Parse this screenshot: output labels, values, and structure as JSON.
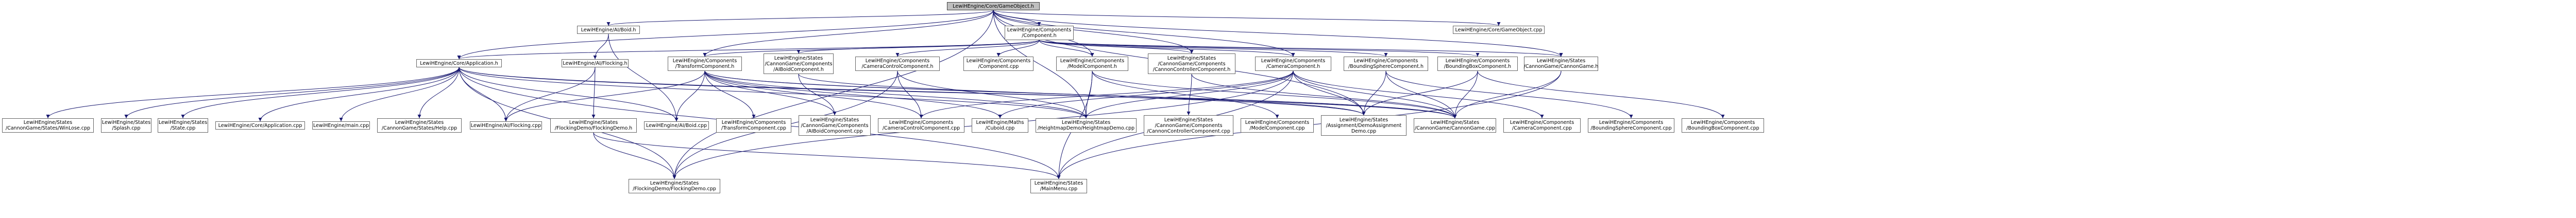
{
  "title": "",
  "colors": {
    "background": "#ffffff",
    "node_border": "#666666",
    "root_fill": "#bfbfbf",
    "edge_blue": "#191970",
    "edge_dark": "#404040"
  },
  "nodes": {
    "root": "LewiHEngine/Core/GameObject.h",
    "aiboid_h": "LewiHEngine/AI/Boid.h",
    "component_h": "LewiHEngine/Components\n/Component.h",
    "gameobject_cpp": "LewiHEngine/Core/GameObject.cpp",
    "application_h": "LewiHEngine/Core/Application.h",
    "flocking_h": "LewiHEngine/AI/Flocking.h",
    "transform_h": "LewiHEngine/Components\n/TransformComponent.h",
    "aiboidcomp_h": "LewiHEngine/States\n/CannonGame/Components\n/AIBoidComponent.h",
    "cameracontrol_h": "LewiHEngine/Components\n/CameraControlComponent.h",
    "component_cpp": "LewiHEngine/Components\n/Component.cpp",
    "model_h": "LewiHEngine/Components\n/ModelComponent.h",
    "cannoncontroller_h": "LewiHEngine/States\n/CannonGame/Components\n/CannonControllerComponent.h",
    "camera_h": "LewiHEngine/Components\n/CameraComponent.h",
    "boundingsphere_h": "LewiHEngine/Components\n/BoundingSphereComponent.h",
    "boundingbox_h": "LewiHEngine/Components\n/BoundingBoxComponent.h",
    "cannongame_h": "LewiHEngine/States\n/CannonGame/CannonGame.h",
    "winlose_cpp": "LewiHEngine/States\n/CannonGame/States/WinLose.cpp",
    "splash_cpp": "LewiHEngine/States\n/Splash.cpp",
    "state_cpp": "LewiHEngine/States\n/State.cpp",
    "application_cpp": "LewiHEngine/Core/Application.cpp",
    "main_cpp": "LewiHEngine/main.cpp",
    "help_cpp": "LewiHEngine/States\n/CannonGame/States/Help.cpp",
    "aiflocking_cpp": "LewiHEngine/AI/Flocking.cpp",
    "flockingdemo_h": "LewiHEngine/States\n/FlockingDemo/FlockingDemo.h",
    "aiboid_cpp": "LewiHEngine/AI/Boid.cpp",
    "transform_cpp": "LewiHEngine/Components\n/TransformComponent.cpp",
    "aiboidcomp_cpp": "LewiHEngine/States\n/CannonGame/Components\n/AIBoidComponent.cpp",
    "cameracontrol_cpp": "LewiHEngine/Components\n/CameraControlComponent.cpp",
    "cuboid_cpp": "LewiHEngine/Maths\n/Cuboid.cpp",
    "heightmapdemo_cpp": "LewiHEngine/States\n/HeightmapDemo/HeightmapDemo.cpp",
    "cannoncontroller_cpp": "LewiHEngine/States\n/CannonGame/Components\n/CannonControllerComponent.cpp",
    "model_cpp": "LewiHEngine/Components\n/ModelComponent.cpp",
    "demoassignment_cpp": "LewiHEngine/States\n/Assignment/DemoAssignment\nDemo.cpp",
    "cannongame_cpp": "LewiHEngine/States\n/CannonGame/CannonGame.cpp",
    "camera_cpp": "LewiHEngine/Components\n/CameraComponent.cpp",
    "boundingsphere_cpp": "LewiHEngine/Components\n/BoundingSphereComponent.cpp",
    "boundingbox_cpp": "LewiHEngine/Components\n/BoundingBoxComponent.cpp",
    "flockingdemo_cpp": "LewiHEngine/States\n/FlockingDemo/FlockingDemo.cpp",
    "mainmenu_cpp": "LewiHEngine/States\n/MainMenu.cpp"
  },
  "edges": [
    [
      "root",
      "aiboid_h"
    ],
    [
      "root",
      "component_h"
    ],
    [
      "root",
      "gameobject_cpp"
    ],
    [
      "root",
      "application_h"
    ],
    [
      "root",
      "cannongame_h"
    ],
    [
      "root",
      "transform_h"
    ],
    [
      "root",
      "model_h"
    ],
    [
      "root",
      "cannoncontroller_h"
    ],
    [
      "root",
      "camera_h"
    ],
    [
      "root",
      "demoassignment_cpp"
    ],
    [
      "root",
      "flockingdemo_cpp"
    ],
    [
      "root",
      "heightmapdemo_cpp"
    ],
    [
      "aiboid_h",
      "flocking_h"
    ],
    [
      "aiboid_h",
      "aiboid_cpp"
    ],
    [
      "component_h",
      "transform_h"
    ],
    [
      "component_h",
      "aiboidcomp_h"
    ],
    [
      "component_h",
      "cameracontrol_h"
    ],
    [
      "component_h",
      "component_cpp"
    ],
    [
      "component_h",
      "model_h"
    ],
    [
      "component_h",
      "cannoncontroller_h"
    ],
    [
      "component_h",
      "camera_h"
    ],
    [
      "component_h",
      "boundingsphere_h"
    ],
    [
      "component_h",
      "boundingbox_h"
    ],
    [
      "component_h",
      "application_h"
    ],
    [
      "component_h",
      "cannongame_h"
    ],
    [
      "application_h",
      "winlose_cpp"
    ],
    [
      "application_h",
      "splash_cpp"
    ],
    [
      "application_h",
      "state_cpp"
    ],
    [
      "application_h",
      "application_cpp"
    ],
    [
      "application_h",
      "main_cpp"
    ],
    [
      "application_h",
      "help_cpp"
    ],
    [
      "application_h",
      "aiflocking_cpp"
    ],
    [
      "application_h",
      "aiboid_cpp"
    ],
    [
      "application_h",
      "flockingdemo_cpp"
    ],
    [
      "application_h",
      "mainmenu_cpp"
    ],
    [
      "application_h",
      "heightmapdemo_cpp"
    ],
    [
      "application_h",
      "demoassignment_cpp"
    ],
    [
      "application_h",
      "cannongame_cpp"
    ],
    [
      "flocking_h",
      "aiflocking_cpp"
    ],
    [
      "flocking_h",
      "flockingdemo_h"
    ],
    [
      "flockingdemo_h",
      "flockingdemo_cpp"
    ],
    [
      "flockingdemo_h",
      "mainmenu_cpp"
    ],
    [
      "transform_h",
      "aiflocking_cpp"
    ],
    [
      "transform_h",
      "aiboid_cpp"
    ],
    [
      "transform_h",
      "transform_cpp"
    ],
    [
      "transform_h",
      "aiboidcomp_cpp"
    ],
    [
      "transform_h",
      "cameracontrol_cpp"
    ],
    [
      "transform_h",
      "cuboid_cpp"
    ],
    [
      "transform_h",
      "heightmapdemo_cpp"
    ],
    [
      "transform_h",
      "demoassignment_cpp"
    ],
    [
      "transform_h",
      "cannongame_cpp"
    ],
    [
      "aiboidcomp_h",
      "aiboidcomp_cpp"
    ],
    [
      "aiboidcomp_h",
      "cannongame_cpp"
    ],
    [
      "cameracontrol_h",
      "cameracontrol_cpp"
    ],
    [
      "cameracontrol_h",
      "heightmapdemo_cpp"
    ],
    [
      "cameracontrol_h",
      "flockingdemo_cpp"
    ],
    [
      "model_h",
      "model_cpp"
    ],
    [
      "model_h",
      "heightmapdemo_cpp"
    ],
    [
      "model_h",
      "mainmenu_cpp"
    ],
    [
      "model_h",
      "cannongame_cpp"
    ],
    [
      "cannoncontroller_h",
      "cannoncontroller_cpp"
    ],
    [
      "cannoncontroller_h",
      "cannongame_cpp"
    ],
    [
      "camera_h",
      "camera_cpp"
    ],
    [
      "camera_h",
      "cameracontrol_cpp"
    ],
    [
      "camera_h",
      "heightmapdemo_cpp"
    ],
    [
      "camera_h",
      "demoassignment_cpp"
    ],
    [
      "camera_h",
      "cannongame_cpp"
    ],
    [
      "camera_h",
      "flockingdemo_cpp"
    ],
    [
      "camera_h",
      "mainmenu_cpp"
    ],
    [
      "camera_h",
      "cuboid_cpp"
    ],
    [
      "boundingsphere_h",
      "boundingsphere_cpp"
    ],
    [
      "boundingsphere_h",
      "cannongame_cpp"
    ],
    [
      "boundingsphere_h",
      "demoassignment_cpp"
    ],
    [
      "boundingbox_h",
      "boundingbox_cpp"
    ],
    [
      "boundingbox_h",
      "demoassignment_cpp"
    ],
    [
      "boundingbox_h",
      "cannongame_cpp"
    ],
    [
      "cannongame_h",
      "cannongame_cpp"
    ],
    [
      "cannongame_h",
      "mainmenu_cpp"
    ]
  ]
}
